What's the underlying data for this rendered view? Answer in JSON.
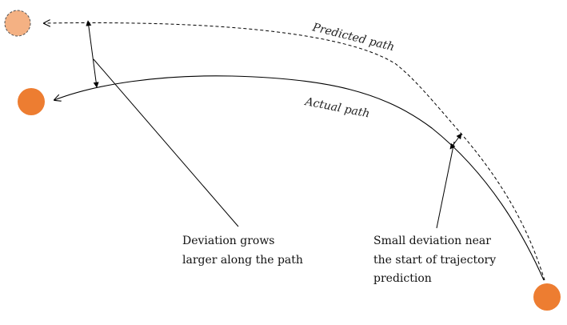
{
  "labels": {
    "predicted_path": "Predicted path",
    "actual_path": "Actual path"
  },
  "annotations": {
    "large_deviation": [
      "Deviation grows",
      "larger along the path"
    ],
    "small_deviation": [
      "Small deviation near",
      "the start of trajectory",
      "prediction"
    ]
  },
  "colors": {
    "actual_ball": "#ed7d31",
    "predicted_ball": "#f4b183",
    "line": "#000000"
  }
}
